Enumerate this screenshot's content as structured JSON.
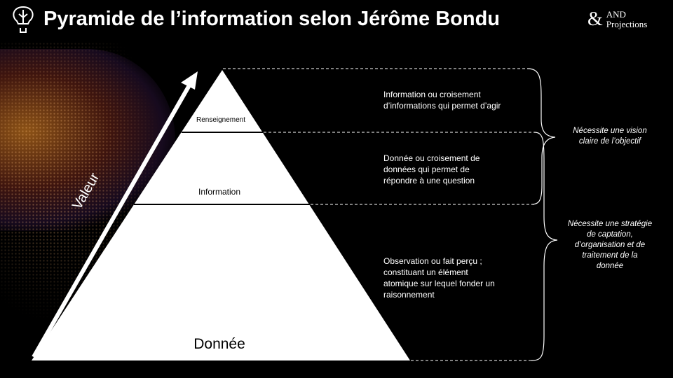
{
  "title": "Pyramide de l’information selon Jérôme Bondu",
  "logo": {
    "symbol": "&",
    "line1": "AND",
    "line2": "Projections"
  },
  "axis_label": "Valeur",
  "levels": [
    {
      "label": "Renseignement",
      "description": [
        "Information ou croisement",
        "d’informations qui permet d’agir"
      ]
    },
    {
      "label": "Information",
      "description": [
        "Donnée ou croisement de",
        "données qui permet de",
        "répondre à une question"
      ]
    },
    {
      "label": "Donnée",
      "description": [
        "Observation ou fait perçu ;",
        "constituant un élément",
        "atomique sur lequel fonder un",
        "raisonnement"
      ]
    }
  ],
  "braces": [
    {
      "text": [
        "Nécessite une vision",
        "claire de l’objectif"
      ]
    },
    {
      "text": [
        "Nécessite une stratégie",
        "de captation,",
        "d’organisation et de",
        "traitement de la",
        "donnée"
      ]
    }
  ]
}
